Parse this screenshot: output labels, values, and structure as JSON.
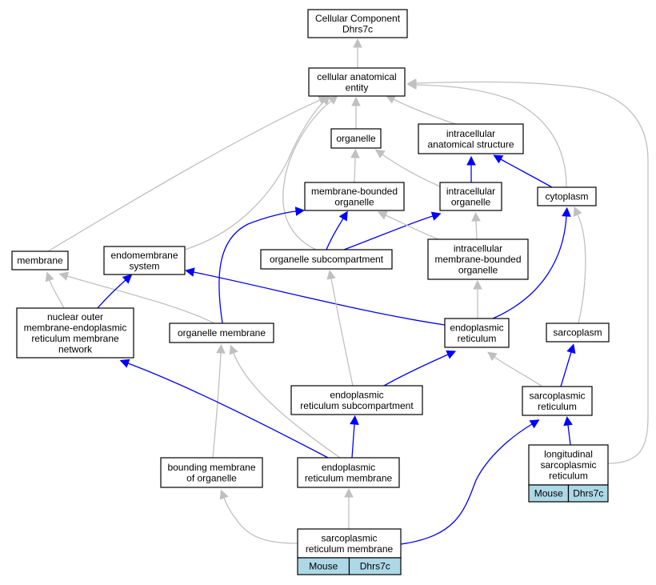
{
  "colors": {
    "is_a_edge": "#c0c0c0",
    "part_of_edge": "#0000ff",
    "annotation_fill": "#add8e6",
    "node_fill": "#ffffff",
    "node_border": "#000000"
  },
  "nodes": {
    "cc_root": [
      "Cellular Component",
      "Dhrs7c"
    ],
    "cellular_anatomical_entity": [
      "cellular anatomical",
      "entity"
    ],
    "organelle": [
      "organelle"
    ],
    "intracellular_anatomical_structure": [
      "intracellular",
      "anatomical structure"
    ],
    "membrane_bounded_organelle": [
      "membrane-bounded",
      "organelle"
    ],
    "intracellular_organelle": [
      "intracellular",
      "organelle"
    ],
    "cytoplasm": [
      "cytoplasm"
    ],
    "membrane": [
      "membrane"
    ],
    "endomembrane_system": [
      "endomembrane",
      "system"
    ],
    "organelle_subcompartment": [
      "organelle subcompartment"
    ],
    "intracellular_membrane_bounded_organelle": [
      "intracellular",
      "membrane-bounded",
      "organelle"
    ],
    "nuclear_outer_membrane_er_network": [
      "nuclear outer",
      "membrane-endoplasmic",
      "reticulum membrane",
      "network"
    ],
    "organelle_membrane": [
      "organelle membrane"
    ],
    "endoplasmic_reticulum": [
      "endoplasmic",
      "reticulum"
    ],
    "sarcoplasm": [
      "sarcoplasm"
    ],
    "er_subcompartment": [
      "endoplasmic",
      "reticulum subcompartment"
    ],
    "sarcoplasmic_reticulum": [
      "sarcoplasmic",
      "reticulum"
    ],
    "bounding_membrane_of_organelle": [
      "bounding membrane",
      "of organelle"
    ],
    "er_membrane": [
      "endoplasmic",
      "reticulum membrane"
    ],
    "longitudinal_sr": [
      "longitudinal",
      "sarcoplasmic",
      "reticulum"
    ],
    "sr_membrane": [
      "sarcoplasmic",
      "reticulum membrane"
    ]
  },
  "annotations": {
    "longitudinal_sr": {
      "species": "Mouse",
      "gene": "Dhrs7c"
    },
    "sr_membrane": {
      "species": "Mouse",
      "gene": "Dhrs7c"
    }
  },
  "edges": [
    {
      "from": "cellular_anatomical_entity",
      "to": "cc_root",
      "relation": "is_a"
    },
    {
      "from": "organelle",
      "to": "cellular_anatomical_entity",
      "relation": "is_a"
    },
    {
      "from": "intracellular_anatomical_structure",
      "to": "cellular_anatomical_entity",
      "relation": "is_a"
    },
    {
      "from": "cytoplasm",
      "to": "cellular_anatomical_entity",
      "relation": "is_a"
    },
    {
      "from": "longitudinal_sr",
      "to": "cellular_anatomical_entity",
      "relation": "is_a"
    },
    {
      "from": "membrane",
      "to": "cellular_anatomical_entity",
      "relation": "is_a"
    },
    {
      "from": "endomembrane_system",
      "to": "cellular_anatomical_entity",
      "relation": "is_a"
    },
    {
      "from": "organelle_subcompartment",
      "to": "cellular_anatomical_entity",
      "relation": "is_a"
    },
    {
      "from": "membrane_bounded_organelle",
      "to": "organelle",
      "relation": "is_a"
    },
    {
      "from": "intracellular_organelle",
      "to": "organelle",
      "relation": "is_a"
    },
    {
      "from": "intracellular_organelle",
      "to": "intracellular_anatomical_structure",
      "relation": "part_of"
    },
    {
      "from": "cytoplasm",
      "to": "intracellular_anatomical_structure",
      "relation": "part_of"
    },
    {
      "from": "organelle_subcompartment",
      "to": "membrane_bounded_organelle",
      "relation": "part_of"
    },
    {
      "from": "organelle_subcompartment",
      "to": "intracellular_organelle",
      "relation": "part_of"
    },
    {
      "from": "organelle_membrane",
      "to": "membrane_bounded_organelle",
      "relation": "part_of"
    },
    {
      "from": "intracellular_membrane_bounded_organelle",
      "to": "membrane_bounded_organelle",
      "relation": "is_a"
    },
    {
      "from": "intracellular_membrane_bounded_organelle",
      "to": "intracellular_organelle",
      "relation": "is_a"
    },
    {
      "from": "nuclear_outer_membrane_er_network",
      "to": "membrane",
      "relation": "is_a"
    },
    {
      "from": "organelle_membrane",
      "to": "membrane",
      "relation": "is_a"
    },
    {
      "from": "nuclear_outer_membrane_er_network",
      "to": "endomembrane_system",
      "relation": "part_of"
    },
    {
      "from": "endoplasmic_reticulum",
      "to": "endomembrane_system",
      "relation": "part_of"
    },
    {
      "from": "endoplasmic_reticulum",
      "to": "intracellular_membrane_bounded_organelle",
      "relation": "is_a"
    },
    {
      "from": "endoplasmic_reticulum",
      "to": "cytoplasm",
      "relation": "part_of"
    },
    {
      "from": "sarcoplasm",
      "to": "cytoplasm",
      "relation": "is_a"
    },
    {
      "from": "er_subcompartment",
      "to": "organelle_subcompartment",
      "relation": "is_a"
    },
    {
      "from": "er_subcompartment",
      "to": "endoplasmic_reticulum",
      "relation": "part_of"
    },
    {
      "from": "sarcoplasmic_reticulum",
      "to": "endoplasmic_reticulum",
      "relation": "is_a"
    },
    {
      "from": "sarcoplasmic_reticulum",
      "to": "sarcoplasm",
      "relation": "part_of"
    },
    {
      "from": "bounding_membrane_of_organelle",
      "to": "organelle_membrane",
      "relation": "is_a"
    },
    {
      "from": "er_membrane",
      "to": "organelle_membrane",
      "relation": "is_a"
    },
    {
      "from": "er_membrane",
      "to": "nuclear_outer_membrane_er_network",
      "relation": "part_of"
    },
    {
      "from": "er_membrane",
      "to": "er_subcompartment",
      "relation": "part_of"
    },
    {
      "from": "longitudinal_sr",
      "to": "sarcoplasmic_reticulum",
      "relation": "part_of"
    },
    {
      "from": "sr_membrane",
      "to": "bounding_membrane_of_organelle",
      "relation": "is_a"
    },
    {
      "from": "sr_membrane",
      "to": "er_membrane",
      "relation": "is_a"
    },
    {
      "from": "sr_membrane",
      "to": "sarcoplasmic_reticulum",
      "relation": "part_of"
    }
  ]
}
